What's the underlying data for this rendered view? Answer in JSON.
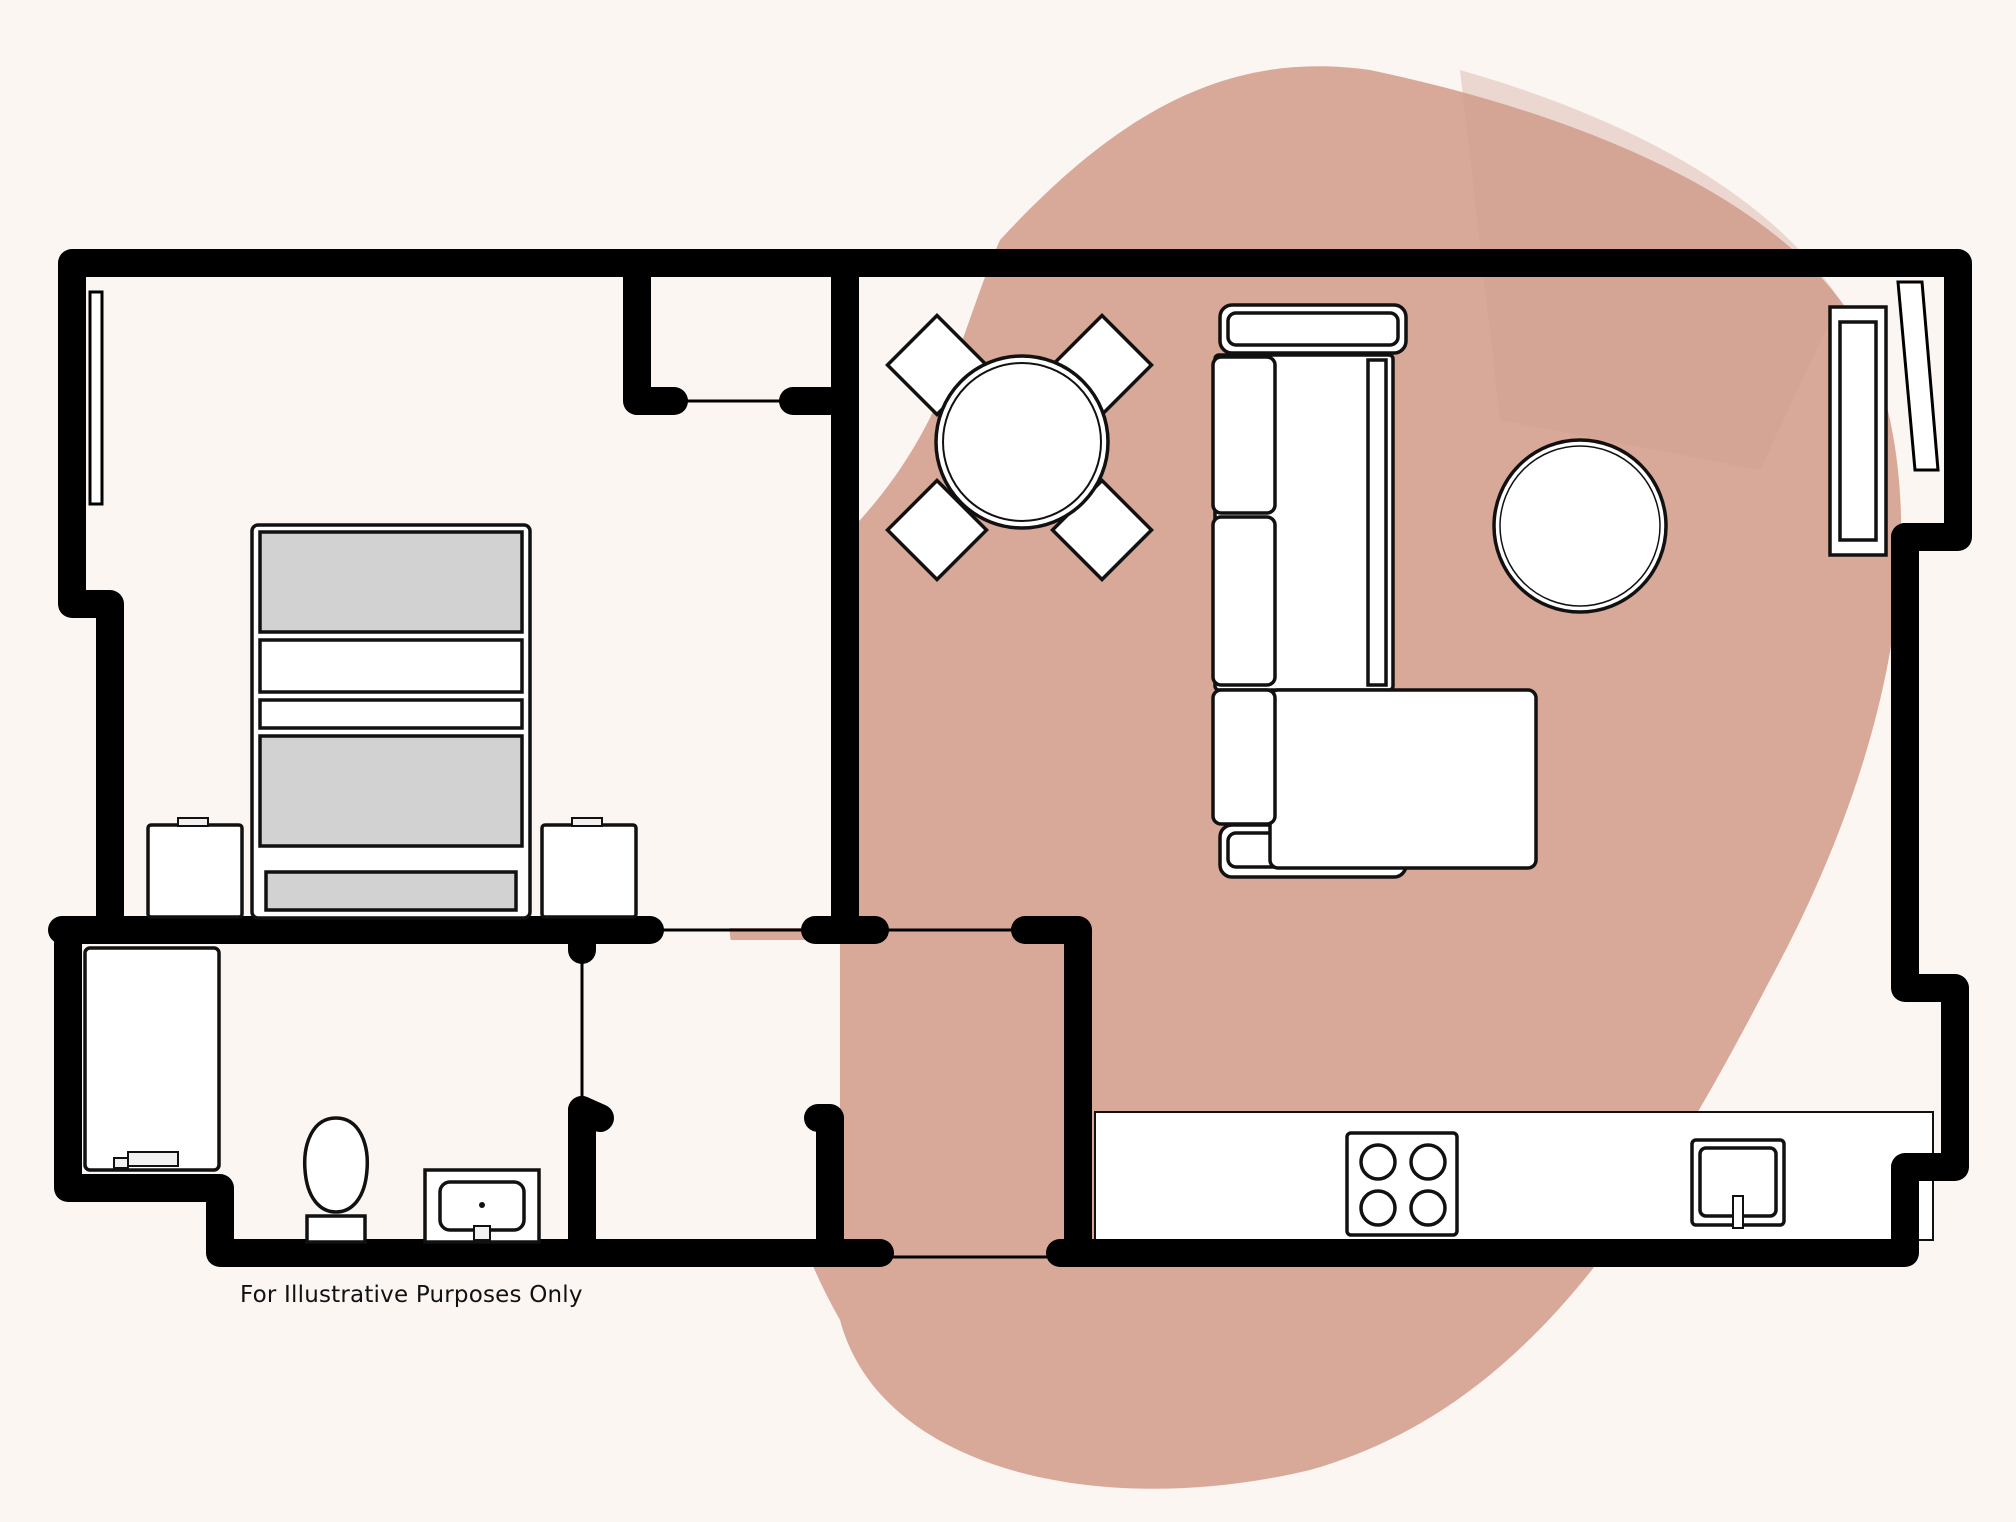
{
  "disclaimer": "For Illustrative Purposes Only",
  "colors": {
    "background": "#fcf6f3",
    "blob": "#d8a999",
    "wall": "#000000",
    "furniture": "#ffffff",
    "bed_sheet": "#d2d2d2"
  },
  "rooms": [
    "bedroom",
    "closet",
    "bathroom",
    "hallway",
    "living-dining",
    "kitchen"
  ],
  "furniture": [
    "bed",
    "nightstand",
    "nightstand",
    "bathtub",
    "toilet",
    "sink",
    "dining-table",
    "dining-chair",
    "sectional-sofa",
    "coffee-table",
    "tv-console",
    "cooktop",
    "kitchen-sink"
  ]
}
